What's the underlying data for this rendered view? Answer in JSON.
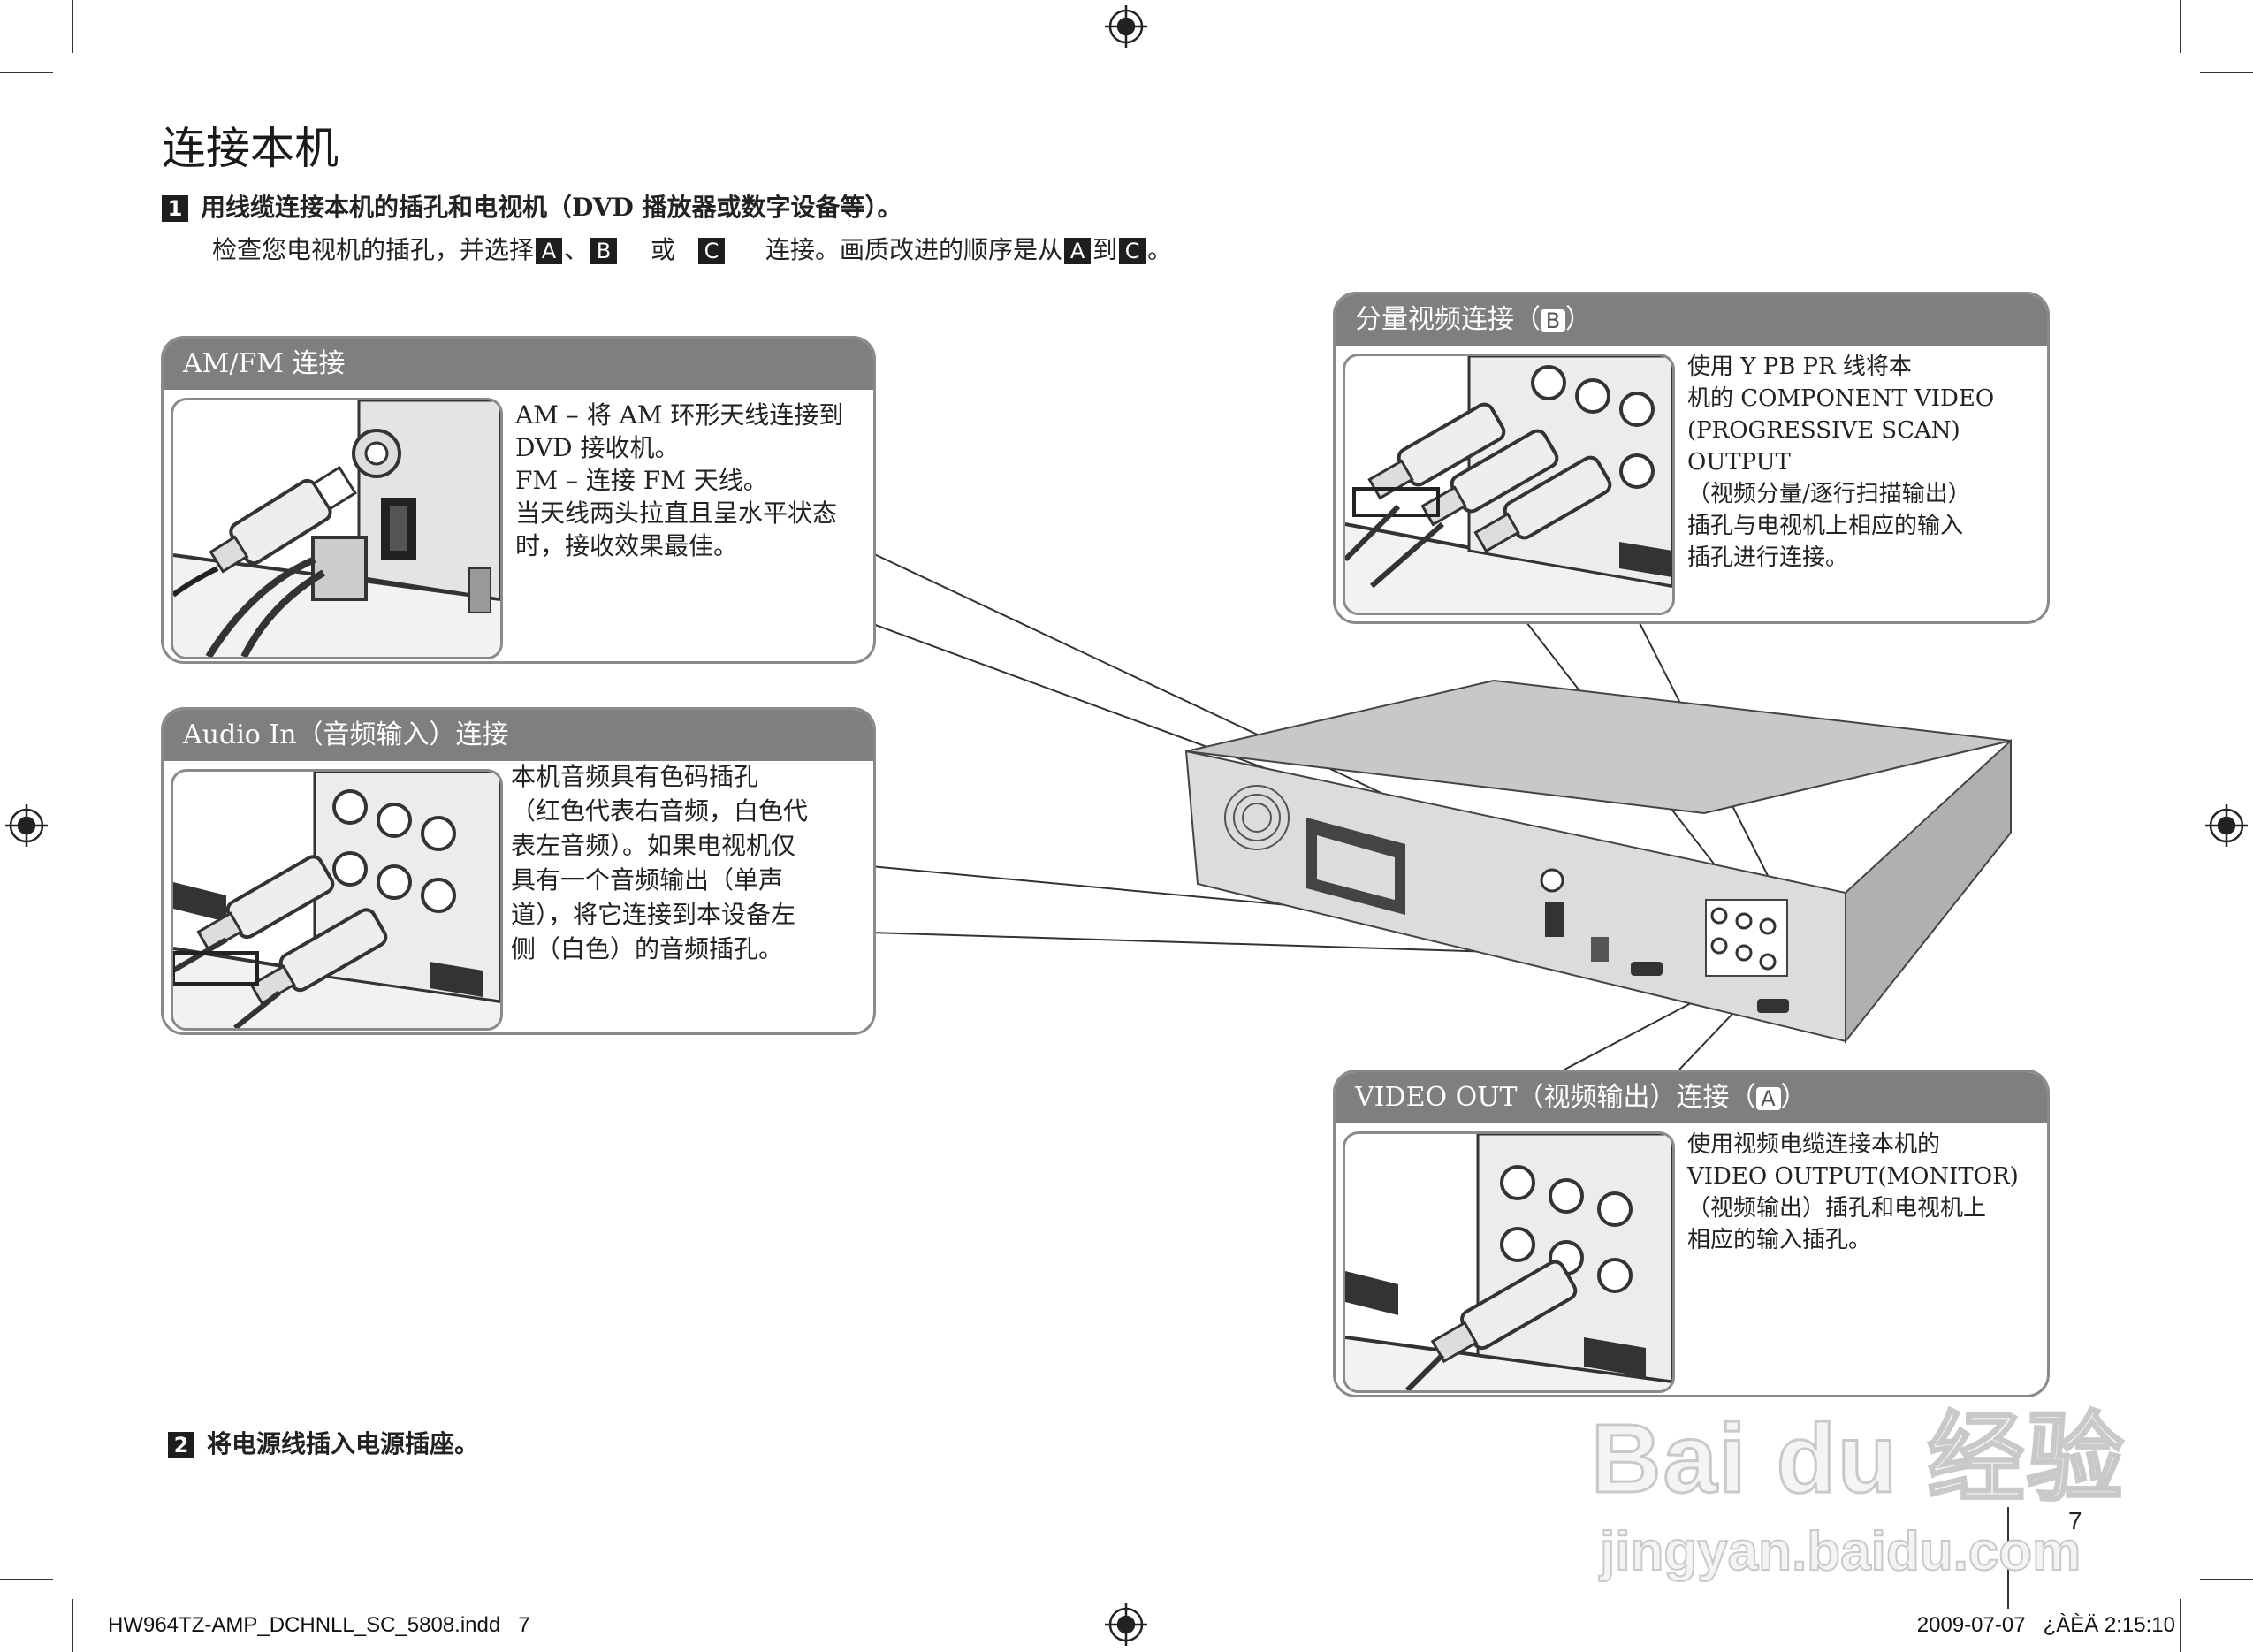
{
  "page": {
    "title": "连接本机",
    "step1": {
      "num": "1",
      "line1": "用线缆连接本机的插孔和电视机（DVD 播放器或数字设备等）。",
      "line2_a": "检查您电视机的插孔，并选择",
      "sep1": "、",
      "or": "或",
      "line2_b": "连接。画质改进的顺序是从",
      "to": "到",
      "end": "。",
      "letters": [
        "A",
        "B",
        "C"
      ]
    },
    "step2": {
      "num": "2",
      "text": "将电源线插入电源插座。"
    },
    "page_number": "7"
  },
  "panels": {
    "amfm": {
      "header": "AM/FM 连接",
      "text": "AM – 将 AM 环形天线连接到\nDVD 接收机。\nFM – 连接 FM 天线。\n当天线两头拉直且呈水平状态\n时，接收效果最佳。"
    },
    "audio": {
      "header": "Audio In（音频输入）连接",
      "text": "本机音频具有色码插孔\n（红色代表右音频，白色代\n表左音频）。如果电视机仅\n具有一个音频输出（单声\n道），将它连接到本设备左\n侧（白色）的音频插孔。"
    },
    "component": {
      "header_prefix": "分量视频连接（",
      "header_letter": "B",
      "header_suffix": "）",
      "text": "使用 Y PB PR 线将本\n机的 COMPONENT VIDEO\n(PROGRESSIVE SCAN) OUTPUT\n（视频分量/逐行扫描输出）\n插孔与电视机上相应的输入\n插孔进行连接。"
    },
    "video": {
      "header_prefix": "VIDEO OUT（视频输出）连接（",
      "header_letter": "A",
      "header_suffix": "）",
      "text": "使用视频电缆连接本机的\nVIDEO OUTPUT(MONITOR)\n（视频输出）插孔和电视机上\n相应的输入插孔。"
    }
  },
  "footer": {
    "file": "HW964TZ-AMP_DCHNLL_SC_5808.indd   7",
    "date": "2009-07-07   ¿ÀÈÄ 2:15:10"
  },
  "watermark": {
    "brand": "Bai du 经验",
    "url": "jingyan.baidu.com"
  },
  "colors": {
    "panel_header": "#7f7f7f",
    "panel_border": "#8a8a8a",
    "step_badge": "#1e1e1e"
  }
}
